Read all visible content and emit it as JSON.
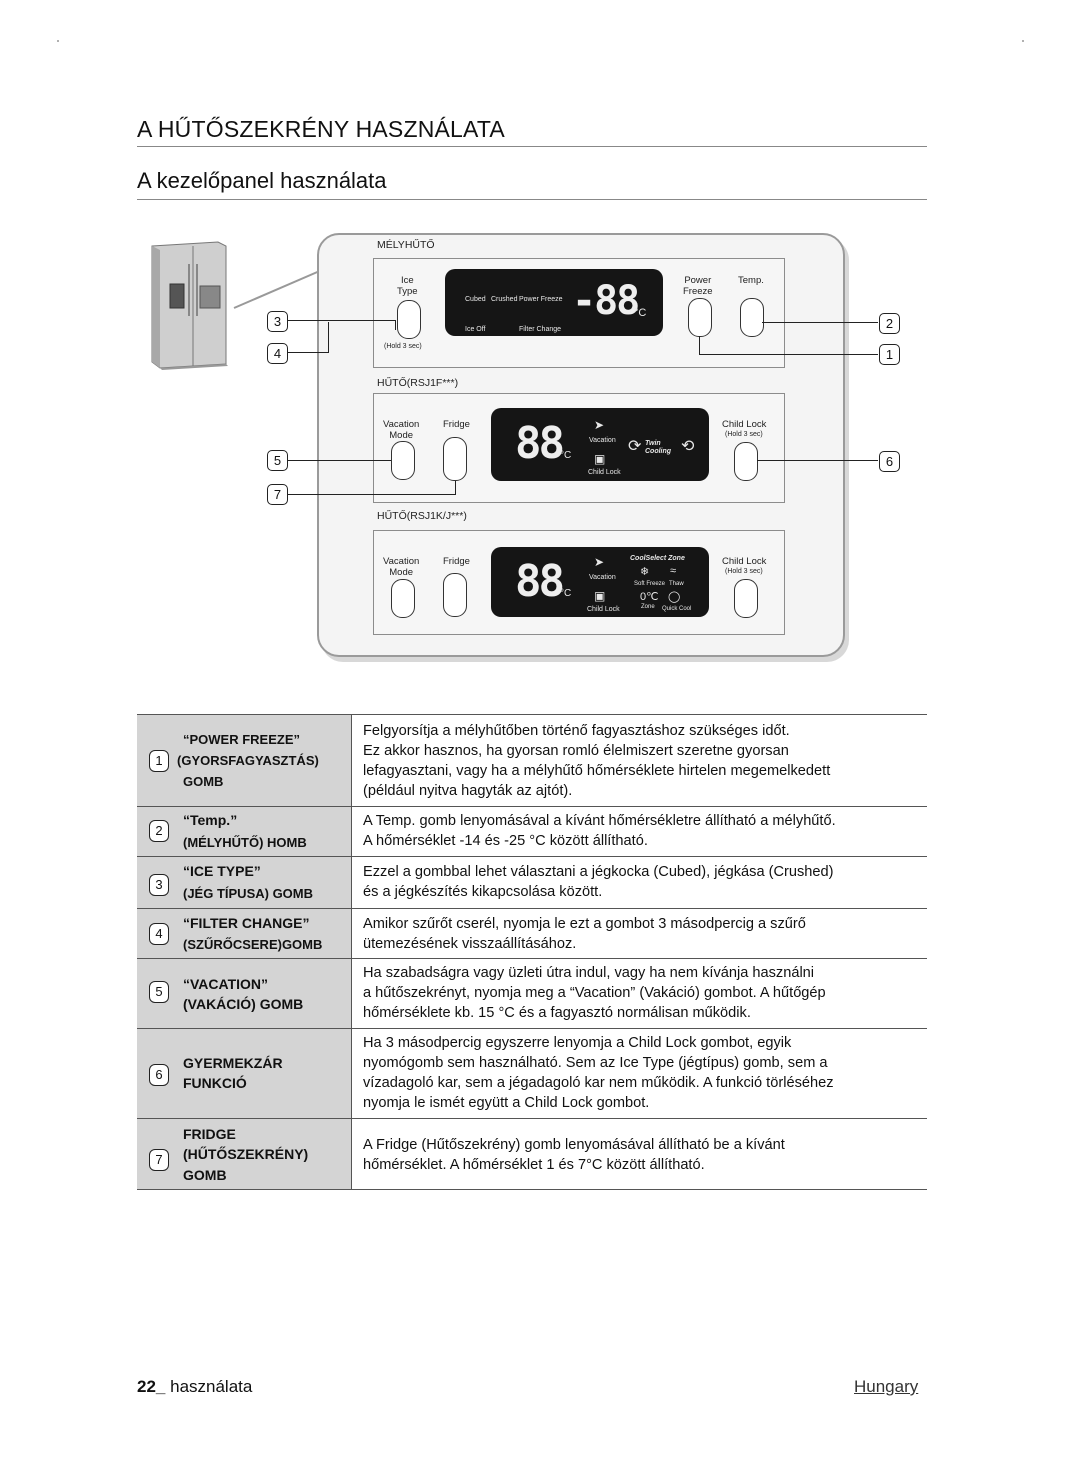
{
  "header": {
    "title": "A HŰTŐSZEKRÉNY HASZNÁLATA",
    "subtitle": "A kezelőpanel használata"
  },
  "panel": {
    "freezer_section": "MÉLYHŰTŐ",
    "fridge_section_1": "HŰTŐ(RSJ1F***)",
    "fridge_section_2": "HŰTŐ(RSJ1K/J***)",
    "ice_type_label_1": "Ice",
    "ice_type_label_2": "Type",
    "hold_3sec": "(Hold 3 sec)",
    "power_freeze_label_1": "Power",
    "power_freeze_label_2": "Freeze",
    "temp_label": "Temp.",
    "lcd_cubed": "Cubed",
    "lcd_crushed": "Crushed",
    "lcd_power_freeze": "Power Freeze",
    "lcd_ice_off": "Ice Off",
    "lcd_filter_change": "Filter Change",
    "lcd_freezer_temp": "-88",
    "lcd_unit": "°C",
    "vacation_label_1": "Vacation",
    "vacation_label_2": "Mode",
    "fridge_label": "Fridge",
    "child_lock_label": "Child Lock",
    "child_lock_hold": "(Hold 3 sec)",
    "lcd_fridge_temp": "88",
    "lcd_vacation": "Vacation",
    "lcd_child_lock": "Child Lock",
    "lcd_twin_cooling_1": "Twin",
    "lcd_twin_cooling_2": "Cooling",
    "lcd_coolselect": "CoolSelect Zone",
    "lcd_soft_freeze": "Soft Freeze",
    "lcd_thaw": "Thaw",
    "lcd_quick_cool": "Quick Cool",
    "lcd_zero": "0℃",
    "lcd_zone": "Zone",
    "callouts": [
      "1",
      "2",
      "3",
      "4",
      "5",
      "6",
      "7"
    ]
  },
  "table": {
    "rows": [
      {
        "num": "1",
        "label": [
          "“POWER FREEZE”",
          "(GYORSFAGYASZTÁS)",
          "GOMB"
        ],
        "text": [
          "Felgyorsítja a mélyhűtőben történő fagyasztáshoz szükséges időt.",
          "Ez akkor hasznos, ha gyorsan romló élelmiszert szeretne gyorsan",
          "lefagyasztani, vagy ha a mélyhűtő hőmérséklete hirtelen megemelkedett",
          "(például nyitva hagyták az ajtót)."
        ]
      },
      {
        "num": "2",
        "label": [
          "“Temp.”",
          "(MÉLYHŰTŐ) HOMB"
        ],
        "text": [
          "A Temp. gomb lenyomásával a kívánt hőmérsékletre állítható a mélyhűtő.",
          "A hőmérséklet -14 és -25 °C között állítható."
        ]
      },
      {
        "num": "3",
        "label": [
          "“ICE TYPE”",
          "(JÉG TÍPUSA) GOMB"
        ],
        "text": [
          "Ezzel a gombbal lehet választani a jégkocka (Cubed), jégkása (Crushed)",
          "és a jégkészítés kikapcsolása között."
        ]
      },
      {
        "num": "4",
        "label": [
          "“FILTER CHANGE”",
          "(SZŰRŐCSERE)GOMB"
        ],
        "text": [
          "Amikor szűrőt cserél, nyomja le ezt a gombot 3 másodpercig a szűrő",
          "ütemezésének visszaállításához."
        ]
      },
      {
        "num": "5",
        "label": [
          "“VACATION”",
          "(VAKÁCIÓ) GOMB"
        ],
        "text": [
          "Ha szabadságra vagy üzleti útra indul, vagy ha nem kívánja használni",
          "a hűtőszekrényt, nyomja meg a “Vacation” (Vakáció) gombot. A hűtőgép",
          "hőmérséklete kb. 15 °C és a fagyasztó normálisan működik."
        ]
      },
      {
        "num": "6",
        "label": [
          "GYERMEKZÁR",
          "FUNKCIÓ"
        ],
        "text": [
          "Ha 3 másodpercig egyszerre lenyomja a Child Lock gombot, egyik",
          "nyomógomb sem használható. Sem az Ice Type (jégtípus) gomb, sem a",
          "vízadagoló kar, sem a jégadagoló kar nem működik. A funkció törléséhez",
          "nyomja le ismét együtt a Child Lock gombot."
        ]
      },
      {
        "num": "7",
        "label": [
          "FRIDGE",
          "(HŰTŐSZEKRÉNY)",
          "GOMB"
        ],
        "text": [
          "A Fridge (Hűtőszekrény) gomb lenyomásával állítható be a kívánt",
          "hőmérséklet. A hőmérséklet 1 és 7°C között állítható."
        ]
      }
    ]
  },
  "footer": {
    "page_number": "22_",
    "page_label": "használata",
    "country": "Hungary"
  }
}
